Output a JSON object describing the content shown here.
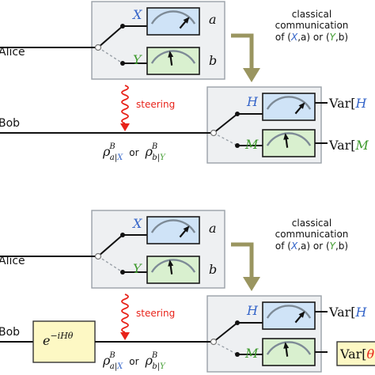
{
  "colors": {
    "box_bg": "#eef0f2",
    "box_border": "#9aa1a8",
    "meter_blue": "#cfe3f7",
    "meter_green": "#d9f0cf",
    "meter_frame": "#1a1a1a",
    "arrow_olive": "#9a9560",
    "steer_red": "#e8231a",
    "label_blue": "#3565c9",
    "label_green": "#3e9a2d",
    "highlight_yellow": "#fdf8c4"
  },
  "panels": [
    {
      "alice_label": "Alice",
      "bob_label": "Bob",
      "alice_meter_top": "X",
      "alice_meter_bottom": "Y",
      "outcome_top": "a",
      "outcome_bottom": "b",
      "comm_line1": "classical",
      "comm_line2": "communication",
      "comm_of": "of (",
      "comm_x": "X",
      "comm_a": ",a) or (",
      "comm_y": "Y",
      "comm_b": ",b)",
      "steering_label": "steering",
      "rho_symbol": "ρ",
      "rho_sup": "B",
      "rho_sub1_pre": "a|",
      "rho_sub1_var": "X",
      "or_text": "or",
      "rho_sub2_pre": "b|",
      "rho_sub2_var": "Y",
      "bob_meter_top": "H",
      "bob_meter_bottom": "M",
      "var_top": "Var[H",
      "var_bottom": "Var[M"
    },
    {
      "alice_label": "Alice",
      "bob_label": "Bob",
      "alice_meter_top": "X",
      "alice_meter_bottom": "Y",
      "outcome_top": "a",
      "outcome_bottom": "b",
      "comm_line1": "classical",
      "comm_line2": "communication",
      "comm_of": "of (",
      "comm_x": "X",
      "comm_a": ",a) or (",
      "comm_y": "Y",
      "comm_b": ",b)",
      "steering_label": "steering",
      "unitary_base": "e",
      "unitary_exp": "−iHθ",
      "rho_symbol": "ρ",
      "rho_sup": "B",
      "rho_sub1_pre": "a|",
      "rho_sub1_var": "X",
      "or_text": "or",
      "rho_sub2_pre": "b|",
      "rho_sub2_var": "Y",
      "bob_meter_top": "H",
      "bob_meter_bottom": "M",
      "var_top": "Var[H",
      "var_bottom": "Var[θ"
    }
  ]
}
